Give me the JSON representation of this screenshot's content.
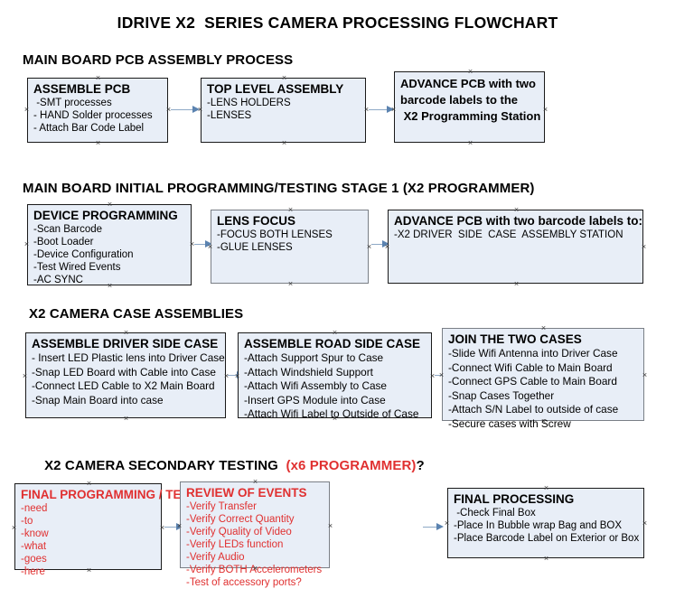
{
  "document": {
    "title": "IDRIVE X2  SERIES CAMERA PROCESSING FLOWCHART"
  },
  "sections": [
    {
      "id": "main-board-pcb-assembly",
      "heading": "MAIN BOARD PCB ASSEMBLY PROCESS",
      "heading_accent": "",
      "heading_tail": ""
    },
    {
      "id": "main-board-initial-programming",
      "heading": "MAIN BOARD INITIAL PROGRAMMING/TESTING STAGE 1 (X2 PROGRAMMER)",
      "heading_accent": "",
      "heading_tail": ""
    },
    {
      "id": "x2-camera-case-assemblies",
      "heading": "X2 CAMERA CASE ASSEMBLIES",
      "heading_accent": "",
      "heading_tail": ""
    },
    {
      "id": "x2-camera-secondary-testing",
      "heading": "X2 CAMERA SECONDARY TESTING  ",
      "heading_accent": "(x6 PROGRAMMER)",
      "heading_tail": "?"
    }
  ],
  "boxes": {
    "assemble_pcb": {
      "title": "ASSEMBLE PCB",
      "lines": [
        " -SMT processes",
        "- HAND Solder processes",
        "- Attach Bar Code Label"
      ]
    },
    "top_level_assembly": {
      "title": "TOP LEVEL ASSEMBLY",
      "lines": [
        "-LENS HOLDERS",
        "-LENSES"
      ]
    },
    "advance_pcb_x2_programming": {
      "title": "ADVANCE PCB with two",
      "lines": [
        "barcode labels to the",
        " X2 Programming Station"
      ]
    },
    "device_programming": {
      "title": "DEVICE PROGRAMMING",
      "lines": [
        "-Scan Barcode",
        "-Boot Loader",
        "-Device Configuration",
        "-Test Wired Events",
        "-AC SYNC"
      ]
    },
    "lens_focus": {
      "title": "LENS FOCUS",
      "lines": [
        "-FOCUS BOTH LENSES",
        "-GLUE LENSES"
      ]
    },
    "advance_pcb_driver_side": {
      "title": "ADVANCE PCB with two barcode labels to:",
      "lines": [
        "-X2 DRIVER  SIDE  CASE  ASSEMBLY STATION"
      ]
    },
    "assemble_driver_side_case": {
      "title": "ASSEMBLE DRIVER SIDE CASE",
      "lines": [
        "- Insert LED Plastic lens into Driver Case",
        "-Snap LED Board with Cable into Case",
        "-Connect LED Cable to X2 Main Board",
        "-Snap Main Board into case"
      ]
    },
    "assemble_road_side_case": {
      "title": "ASSEMBLE ROAD SIDE CASE",
      "lines": [
        "-Attach Support Spur to Case",
        "-Attach Windshield Support",
        "-Attach Wifi Assembly to Case",
        "-Insert GPS Module into Case",
        "-Attach Wifi Label to Outside of Case"
      ]
    },
    "join_the_two_cases": {
      "title": "JOIN THE TWO CASES",
      "lines": [
        "-Slide Wifi Antenna into Driver Case",
        "-Connect Wifi Cable to Main Board",
        "-Connect GPS Cable to Main Board",
        "-Snap Cases Together",
        "-Attach S/N Label to outside of case",
        "-Secure cases with Screw"
      ]
    },
    "final_programming_testing": {
      "title": "FINAL PROGRAMMING / TESTING",
      "lines": [
        "-need",
        "-to",
        "-know",
        "-what",
        "-goes",
        "-here"
      ]
    },
    "review_of_events": {
      "title": "REVIEW OF EVENTS",
      "lines": [
        "-Verify Transfer",
        "-Verify Correct Quantity",
        "-Verify Quality of Video",
        "-Verify LEDs function",
        "-Verify Audio",
        "-Verify BOTH Accelerometers",
        "-Test of accessory ports?"
      ]
    },
    "final_processing": {
      "title": "FINAL PROCESSING",
      "lines": [
        " -Check Final Box",
        "-Place In Bubble wrap Bag and BOX",
        "-Place Barcode Label on Exterior or Box"
      ]
    }
  },
  "colors": {
    "box_fill": "#e8eef7",
    "box_border": "#1a1a1a",
    "box_border_gray": "#7a7f86",
    "connector": "#8ea9c6",
    "arrowhead": "#5b83b0",
    "accent_red": "#e03030",
    "text": "#000000"
  }
}
